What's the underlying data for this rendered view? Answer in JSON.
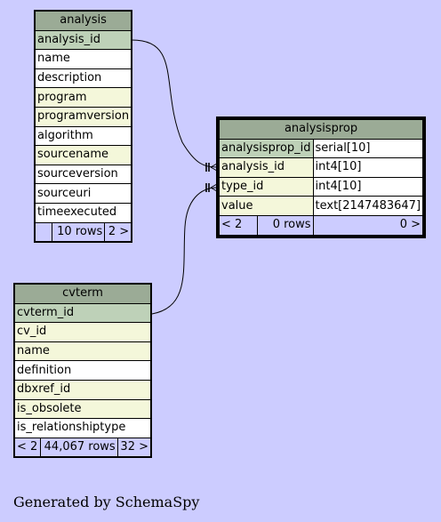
{
  "tables": {
    "analysis": {
      "name": "analysis",
      "columns": [
        {
          "name": "analysis_id",
          "kind": "pk"
        },
        {
          "name": "name",
          "kind": "plain"
        },
        {
          "name": "description",
          "kind": "plain"
        },
        {
          "name": "program",
          "kind": "idx"
        },
        {
          "name": "programversion",
          "kind": "idx"
        },
        {
          "name": "algorithm",
          "kind": "plain"
        },
        {
          "name": "sourcename",
          "kind": "idx"
        },
        {
          "name": "sourceversion",
          "kind": "plain"
        },
        {
          "name": "sourceuri",
          "kind": "plain"
        },
        {
          "name": "timeexecuted",
          "kind": "plain"
        }
      ],
      "footer": {
        "parents": "",
        "rows": "10 rows",
        "children": "2 >"
      }
    },
    "analysisprop": {
      "name": "analysisprop",
      "columns": [
        {
          "name": "analysisprop_id",
          "type": "serial[10]",
          "kind": "pk"
        },
        {
          "name": "analysis_id",
          "type": "int4[10]",
          "kind": "idx"
        },
        {
          "name": "type_id",
          "type": "int4[10]",
          "kind": "idx"
        },
        {
          "name": "value",
          "type": "text[2147483647]",
          "kind": "idx"
        }
      ],
      "footer": {
        "parents": "< 2",
        "rows": "0 rows",
        "children": "0 >"
      }
    },
    "cvterm": {
      "name": "cvterm",
      "columns": [
        {
          "name": "cvterm_id",
          "kind": "pk"
        },
        {
          "name": "cv_id",
          "kind": "idx"
        },
        {
          "name": "name",
          "kind": "idx"
        },
        {
          "name": "definition",
          "kind": "plain"
        },
        {
          "name": "dbxref_id",
          "kind": "idx"
        },
        {
          "name": "is_obsolete",
          "kind": "idx"
        },
        {
          "name": "is_relationshiptype",
          "kind": "plain"
        }
      ],
      "footer": {
        "parents": "< 2",
        "rows": "44,067 rows",
        "children": "32 >"
      }
    }
  },
  "relationships": [
    {
      "from": "analysis.analysis_id",
      "to": "analysisprop.analysis_id"
    },
    {
      "from": "cvterm.cvterm_id",
      "to": "analysisprop.type_id"
    }
  ],
  "colors": {
    "background": "#ccccff",
    "title": "#9bab96",
    "primary_key": "#bed1b8",
    "indexed": "#f4f7da",
    "plain": "#ffffff"
  },
  "footer_text": "Generated by SchemaSpy"
}
